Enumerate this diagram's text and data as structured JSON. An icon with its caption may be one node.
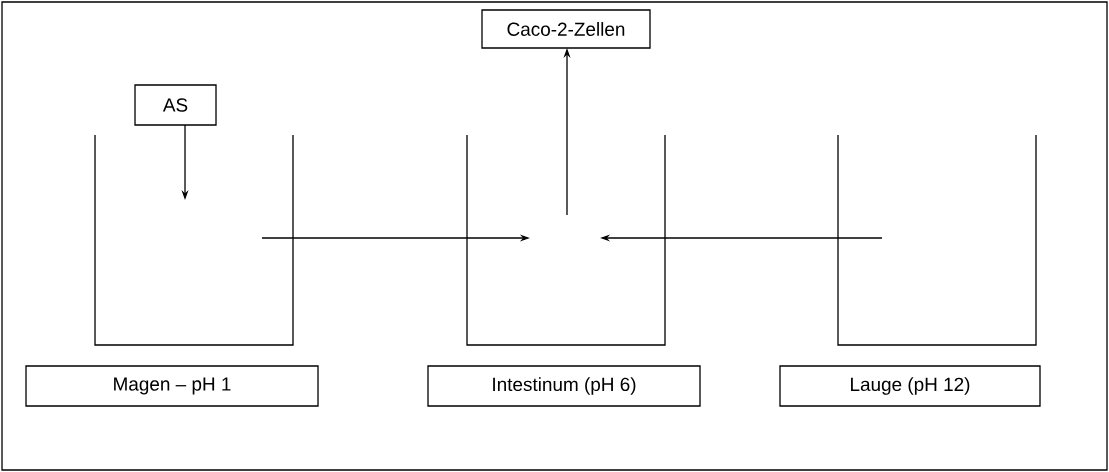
{
  "diagram": {
    "nodes": [
      {
        "text": [
          "AS"
        ]
      },
      {
        "text": [
          "Caco-2-Zellen"
        ]
      },
      {
        "text": [],
        "shape": "beaker"
      },
      {
        "text": [],
        "shape": "beaker"
      },
      {
        "text": [],
        "shape": "beaker"
      },
      {
        "text": [
          "Magen – pH 1"
        ]
      },
      {
        "text": [
          "Intestinum (pH 6)"
        ]
      },
      {
        "text": [
          "Lauge (pH 12)"
        ]
      }
    ],
    "edges": [
      {
        "from": 0,
        "to": 2,
        "arrow": "to"
      },
      {
        "from": 2,
        "to": 3,
        "arrow": "to"
      },
      {
        "from": 4,
        "to": 3,
        "arrow": "to"
      },
      {
        "from": 3,
        "to": 1,
        "arrow": "to"
      }
    ]
  }
}
